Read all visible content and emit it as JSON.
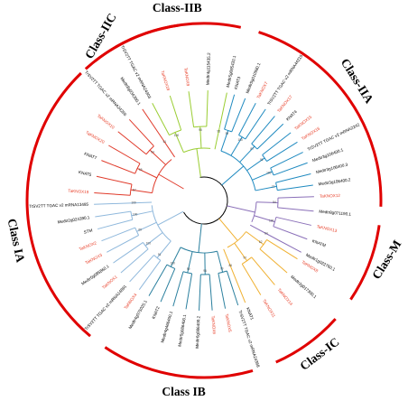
{
  "colors": {
    "ring": "#e00000",
    "root": "#000000",
    "leaf_default": "#000000",
    "leaf_highlight": "#e8402a"
  },
  "classes": [
    {
      "id": "IIB",
      "label": "Class-IIB",
      "branch_color": "#9acd32",
      "leaves": [
        {
          "text": "TrSV2TT TGAC v2 mRNA24903",
          "hl": false
        },
        {
          "text": "TaKNOX18",
          "hl": true
        },
        {
          "text": "TaKNOX9",
          "hl": true
        },
        {
          "text": "Medtr4g115435.2",
          "hl": false
        },
        {
          "text": "Medtr5g085420.1",
          "hl": false
        }
      ]
    },
    {
      "id": "IIA",
      "label": "Class-IIA",
      "branch_color": "#1f8ac0",
      "leaves": [
        {
          "text": "KNAT3",
          "hl": false
        },
        {
          "text": "Medtr5g010980.1",
          "hl": false
        },
        {
          "text": "TaKNOX7",
          "hl": true
        },
        {
          "text": "TrSV2TT TGAC v2 mRNA44215",
          "hl": false
        },
        {
          "text": "TaKNOX17",
          "hl": true
        },
        {
          "text": "KNAT4",
          "hl": false
        },
        {
          "text": "TaKNOX15",
          "hl": true
        },
        {
          "text": "TaKNOX16",
          "hl": true
        },
        {
          "text": "TrSV2TT TGAC v2 mRNA2242",
          "hl": false
        },
        {
          "text": "Medtr3g106400.1",
          "hl": false
        },
        {
          "text": "Medtr3g106400.3",
          "hl": false
        },
        {
          "text": "Medtr3g106400.2",
          "hl": false
        }
      ]
    },
    {
      "id": "M",
      "label": "Class-M",
      "branch_color": "#8a6fb8",
      "leaves": [
        {
          "text": "TaKNOX12",
          "hl": true
        },
        {
          "text": "Medtr8g071190.1",
          "hl": false
        },
        {
          "text": "TaKNOX13",
          "hl": true
        },
        {
          "text": "KNATM",
          "hl": false
        },
        {
          "text": "Medtr1g022760.1",
          "hl": false
        }
      ]
    },
    {
      "id": "IC",
      "label": "Class-IC",
      "branch_color": "#f0b030",
      "leaves": [
        {
          "text": "TaKNOX8",
          "hl": true
        },
        {
          "text": "Medtr2g017300.1",
          "hl": false
        },
        {
          "text": "TaKNOX14",
          "hl": true
        },
        {
          "text": "TaKNOX11",
          "hl": true
        },
        {
          "text": "KNAT1",
          "hl": false
        }
      ]
    },
    {
      "id": "IB",
      "label": "Class IB",
      "branch_color": "#2a7f9e",
      "leaves": [
        {
          "text": "TrSV2TT TGAC v2 mRNA24368",
          "hl": false
        },
        {
          "text": "TaKNOX5",
          "hl": true
        },
        {
          "text": "TaKNOX6",
          "hl": true
        },
        {
          "text": "Medtr6g086400.2",
          "hl": false
        },
        {
          "text": "Medtr5g086400.1",
          "hl": false
        },
        {
          "text": "Medtr4g466400.1",
          "hl": false
        },
        {
          "text": "KNAT2",
          "hl": false
        },
        {
          "text": "Medtr4g075025.1",
          "hl": false
        }
      ]
    },
    {
      "id": "IA",
      "label": "Class IA",
      "branch_color": "#8fb8dc",
      "leaves": [
        {
          "text": "TaKNOX4",
          "hl": true
        },
        {
          "text": "TrSV2TT TGAC v2 mRNA14891",
          "hl": false
        },
        {
          "text": "TaKNOX1",
          "hl": true
        },
        {
          "text": "Medtr5g085860.1",
          "hl": false
        },
        {
          "text": "TaKNOX3",
          "hl": true
        },
        {
          "text": "TaKNOX2",
          "hl": true
        },
        {
          "text": "STM",
          "hl": false
        },
        {
          "text": "Medtr2g024390.1",
          "hl": false
        },
        {
          "text": "TrSV2TT TGAC v2 mRNA13485",
          "hl": false
        }
      ]
    },
    {
      "id": "IIC",
      "label": "Class-IIC",
      "branch_color": "#e03a2a",
      "leaves": [
        {
          "text": "TaKNOX19",
          "hl": true
        },
        {
          "text": "KNAT5",
          "hl": false
        },
        {
          "text": "KNAT7",
          "hl": false
        },
        {
          "text": "TaKNOX20",
          "hl": true
        },
        {
          "text": "TaKNOX10",
          "hl": true
        },
        {
          "text": "TrSV2TT TGAC v2 mRNA24266",
          "hl": false
        },
        {
          "text": "Medtr8g034300.1",
          "hl": false
        }
      ]
    }
  ],
  "bootstrap_values": [
    "100",
    "98",
    "95",
    "99",
    "100",
    "87",
    "91",
    "100",
    "77",
    "54",
    "100",
    "64",
    "62",
    "97",
    "86",
    "79",
    "96",
    "99",
    "100",
    "91",
    "100",
    "69",
    "100",
    "100",
    "57",
    "95",
    "94",
    "61",
    "99",
    "74",
    "58",
    "57",
    "100",
    "100",
    "59",
    "100",
    "67",
    "100",
    "100",
    "100",
    "76",
    "62",
    "100",
    "97",
    "55",
    "100",
    "100",
    "100",
    "100"
  ]
}
